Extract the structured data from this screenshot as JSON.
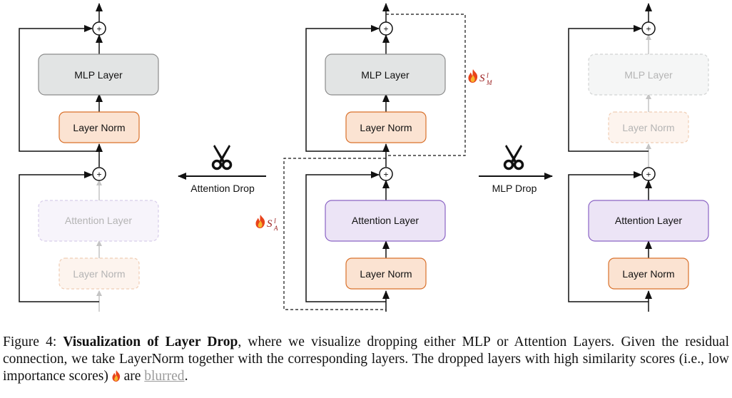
{
  "panels": {
    "left": {
      "mlp": "MLP Layer",
      "norm_top": "Layer Norm",
      "attn": "Attention Layer",
      "norm_bottom": "Layer Norm"
    },
    "middle": {
      "mlp": "MLP Layer",
      "norm_top": "Layer Norm",
      "attn": "Attention Layer",
      "norm_bottom": "Layer Norm"
    },
    "right": {
      "mlp": "MLP Layer",
      "norm_top": "Layer Norm",
      "attn": "Attention Layer",
      "norm_bottom": "Layer Norm"
    }
  },
  "plus_symbol": "+",
  "arrows": {
    "attention_drop": "Attention Drop",
    "mlp_drop": "MLP Drop"
  },
  "scores": {
    "mlp": {
      "base": "S",
      "sup": "l",
      "sub": "M"
    },
    "attn": {
      "base": "S",
      "sup": "l",
      "sub": "A"
    }
  },
  "colors": {
    "mlp_fill": "#e2e4e4",
    "mlp_stroke": "#8c8c8c",
    "norm_fill": "#fbe3d2",
    "norm_stroke": "#d9712b",
    "attn_fill": "#ece4f6",
    "attn_stroke": "#8a63c4",
    "flame": "#e8431b"
  },
  "caption": {
    "figure_number": "Figure 4:",
    "bold_title": "Visualization of Layer Drop",
    "text1": ", where we visualize dropping either MLP or Attention Layers. Given the residual connection, we take LayerNorm together with the corresponding layers. The dropped layers with high similarity scores (i.e., low importance scores)",
    "text2": "are",
    "blurred_word": "blurred",
    "end": "."
  }
}
